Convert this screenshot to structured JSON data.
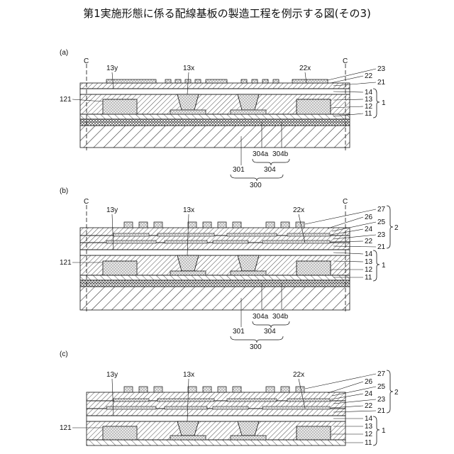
{
  "title": "第1実施形態に係る配線基板の製造工程を例示する図(その3)",
  "panels": [
    {
      "id": "a",
      "label": "(a)",
      "labels": {
        "cut_left": "C",
        "cut_right": "C",
        "via_y": "13y",
        "via_x": "13x",
        "pad_x": "22x",
        "l23": "23",
        "l22": "22",
        "l21": "21",
        "l14": "14",
        "l13": "13",
        "l12": "12",
        "l11": "11",
        "group1": "1",
        "l121": "121",
        "l304a": "304a",
        "l304b": "304b",
        "l304": "304",
        "l301": "301",
        "l300": "300"
      }
    },
    {
      "id": "b",
      "label": "(b)",
      "labels": {
        "cut_left": "C",
        "cut_right": "C",
        "via_y": "13y",
        "via_x": "13x",
        "pad_x": "22x",
        "l27": "27",
        "l26": "26",
        "l25": "25",
        "l24": "24",
        "l23": "23",
        "l22": "22",
        "l21": "21",
        "group2": "2",
        "l14": "14",
        "l13": "13",
        "l12": "12",
        "l11": "11",
        "group1": "1",
        "l121": "121",
        "l304a": "304a",
        "l304b": "304b",
        "l304": "304",
        "l301": "301",
        "l300": "300"
      }
    },
    {
      "id": "c",
      "label": "(c)",
      "labels": {
        "via_y": "13y",
        "via_x": "13x",
        "pad_x": "22x",
        "l27": "27",
        "l26": "26",
        "l25": "25",
        "l24": "24",
        "l23": "23",
        "l22": "22",
        "l21": "21",
        "group2": "2",
        "l14": "14",
        "l13": "13",
        "l12": "12",
        "l11": "11",
        "group1": "1",
        "l121": "121"
      }
    }
  ]
}
